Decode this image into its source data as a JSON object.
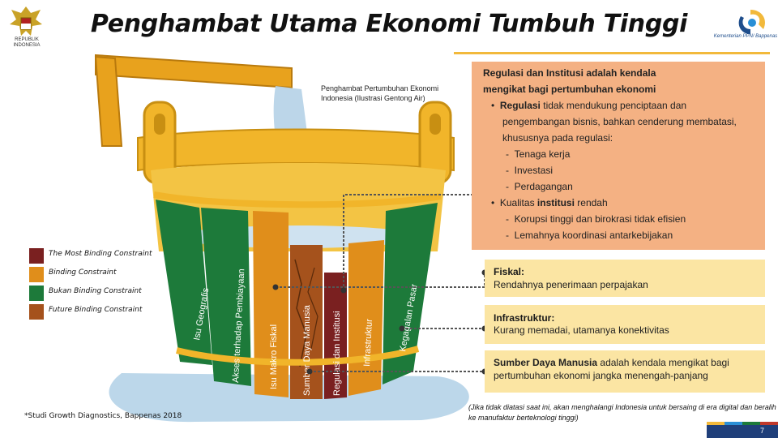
{
  "header": {
    "title": "Penghambat Utama Ekonomi Tumbuh Tinggi",
    "emblem_caption": "REPUBLIK INDONESIA",
    "agency_logo_text": "Kementerian PPN/ Bappenas"
  },
  "illustration": {
    "caption": "Penghambat Pertumbuhan Ekonomi Indonesia (Ilustrasi Gentong Air)",
    "staves": [
      {
        "label": "Isu Geografis",
        "type": "not_binding"
      },
      {
        "label": "Akses terhadap Pembiayaan",
        "type": "not_binding"
      },
      {
        "label": "Isu Makro Fiskal",
        "type": "binding"
      },
      {
        "label": "Sumber Daya Manusia",
        "type": "future_binding"
      },
      {
        "label": "Regulasi dan Institusi",
        "type": "most_binding"
      },
      {
        "label": "Infrastruktur",
        "type": "binding"
      },
      {
        "label": "Kegagalan Pasar",
        "type": "not_binding"
      }
    ]
  },
  "legend": [
    {
      "label": "The Most Binding Constraint",
      "color": "#7a2020"
    },
    {
      "label": "Binding Constraint",
      "color": "#e08e1b"
    },
    {
      "label": "Bukan Binding Constraint",
      "color": "#1d7a3a"
    },
    {
      "label": "Future Binding Constraint",
      "color": "#a5521c"
    }
  ],
  "regulasi_box": {
    "heading_line1": "Regulasi dan Institusi adalah kendala",
    "heading_line2": "mengikat bagi pertumbuhan ekonomi",
    "bullet": "•",
    "dash": "-",
    "reg_bold": "Regulasi",
    "reg_text": "tidak mendukung penciptaan dan",
    "reg_text2": "pengembangan bisnis, bahkan cenderung membatasi,",
    "reg_text3": "khususnya pada regulasi:",
    "reg_items": [
      "Tenaga kerja",
      "Investasi",
      "Perdagangan"
    ],
    "inst_pre": "Kualitas",
    "inst_bold": "institusi",
    "inst_post": "rendah",
    "inst_items": [
      "Korupsi tinggi dan birokrasi tidak efisien",
      "Lemahnya koordinasi antarkebijakan"
    ]
  },
  "fiskal_box": {
    "heading": "Fiskal:",
    "body": "Rendahnya penerimaan perpajakan"
  },
  "infra_box": {
    "heading": "Infrastruktur:",
    "body": "Kurang memadai, utamanya konektivitas"
  },
  "sdm_box": {
    "heading": "Sumber Daya Manusia",
    "body1": "adalah kendala mengikat bagi",
    "body2": "pertumbuhan ekonomi jangka menengah-panjang"
  },
  "note": "(Jika tidak diatasi saat ini, akan menghalangi Indonesia untuk bersaing di era digital dan beralih ke manufaktur berteknologi tinggi)",
  "source": "*Studi Growth Diagnostics, Bappenas 2018",
  "footer": {
    "page_number": "7"
  },
  "colors": {
    "accent_gold": "#f2b93b",
    "regulasi_box": "#f4b183",
    "small_box": "#fbe5a3",
    "footer_blue": "#1f3f7a"
  }
}
